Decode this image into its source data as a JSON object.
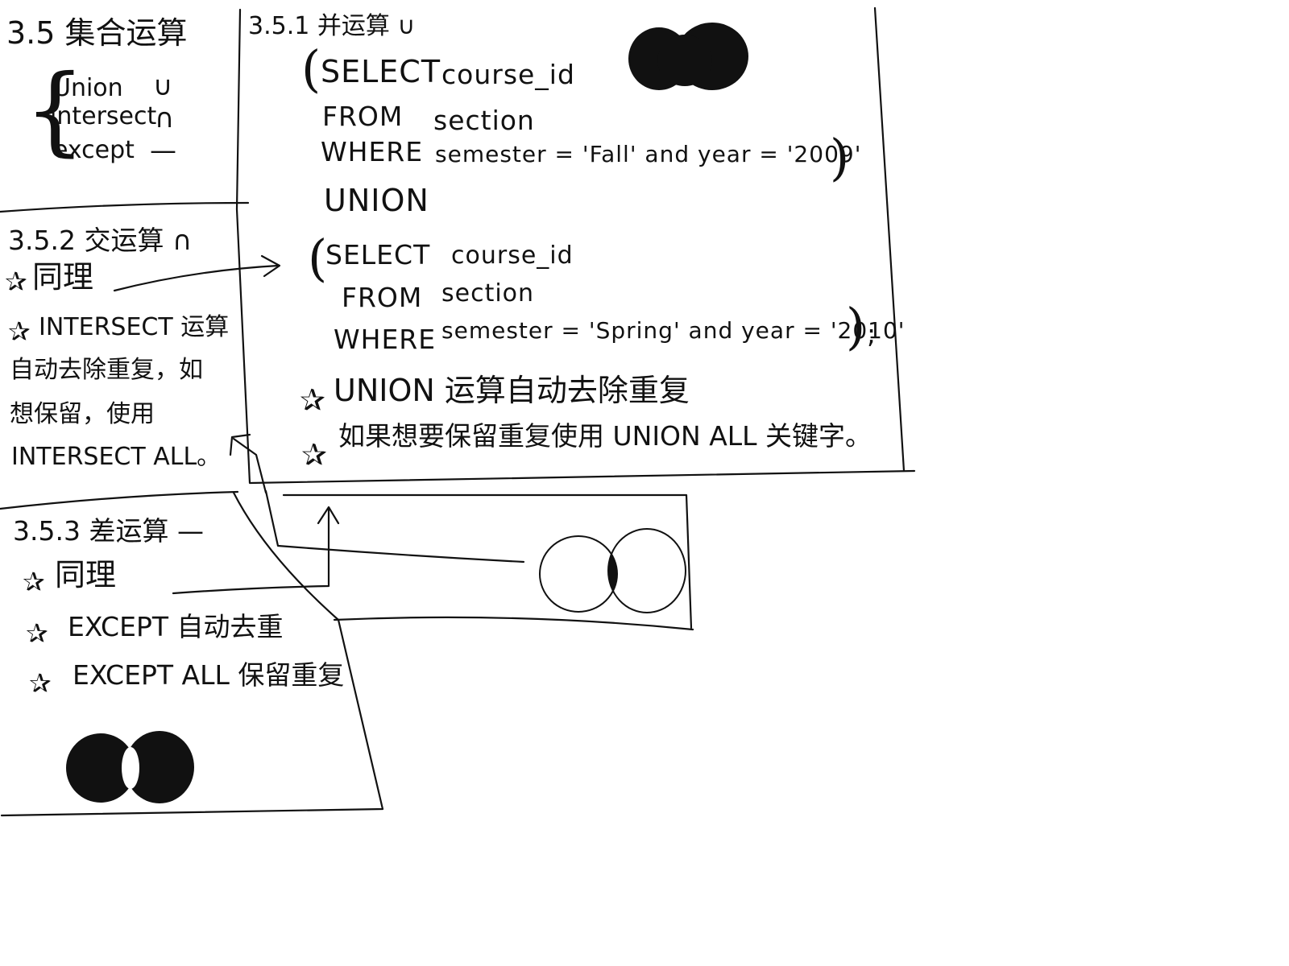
{
  "section_main": {
    "title": "3.5 集合运算",
    "ops": [
      {
        "name": "Union",
        "symbol": "∪"
      },
      {
        "name": "intersect",
        "symbol": "∩"
      },
      {
        "name": "except",
        "symbol": "—"
      }
    ]
  },
  "union_section": {
    "title": "3.5.1 并运算 ∪",
    "query1": {
      "select": "SELECT",
      "column": "course_id",
      "from": "FROM",
      "table": "section",
      "where": "WHERE",
      "condition": "semester = 'Fall'  and  year = '2009'"
    },
    "union_keyword": "UNION",
    "query2": {
      "select": "SELECT",
      "column": "course_id",
      "from": "FROM",
      "table": "section",
      "where": "WHERE",
      "condition": "semester = 'Spring'  and  year = '2010'",
      "terminator": ";"
    },
    "notes": [
      "UNION 运算自动去除重复",
      "如果想要保留重复使用 UNION ALL 关键字。"
    ]
  },
  "intersect_section": {
    "title": "3.5.2 交运算 ∩",
    "notes": [
      "同理",
      "INTERSECT 运算",
      "自动去除重复，如",
      "想保留，使用",
      "INTERSECT ALL。"
    ]
  },
  "except_section": {
    "title": "3.5.3 差运算 —",
    "notes": [
      "同理",
      "EXCEPT 自动去重",
      "EXCEPT ALL 保留重复"
    ]
  },
  "star_glyph": "✰",
  "ink_color": "#111111"
}
